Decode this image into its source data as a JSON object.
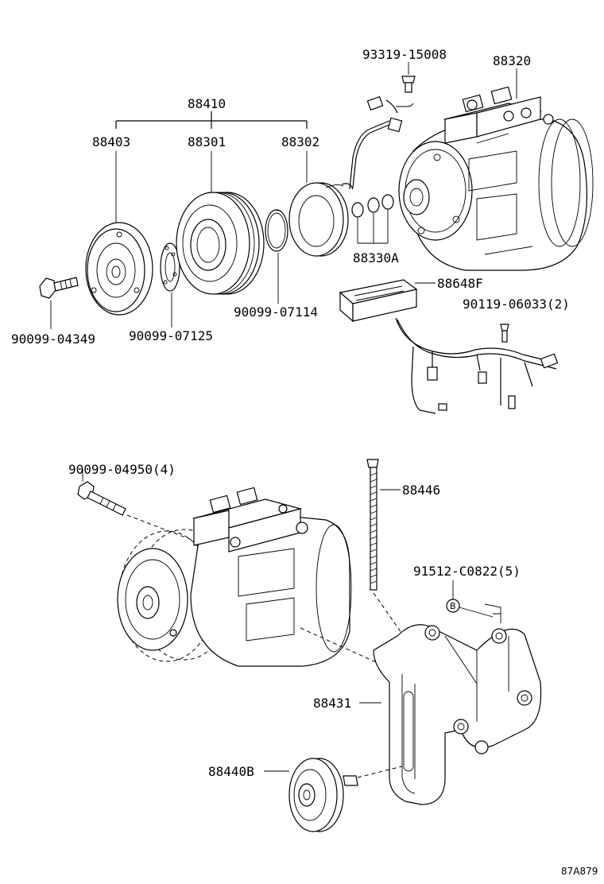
{
  "labels": {
    "p88410": "88410",
    "p88403": "88403",
    "p88301": "88301",
    "p88302": "88302",
    "p93319": "93319-15008",
    "p88320": "88320",
    "p88330A": "88330A",
    "p88648F": "88648F",
    "p90119": "90119-06033(2)",
    "p90099_07114": "90099-07114",
    "p90099_04349": "90099-04349",
    "p90099_07125": "90099-07125",
    "p90099_04950": "90099-04950(4)",
    "p88446": "88446",
    "p91512": "91512-C0822(5)",
    "marker_b": "B",
    "p88431": "88431",
    "p88440B": "88440B",
    "figure_code": "87A879"
  }
}
